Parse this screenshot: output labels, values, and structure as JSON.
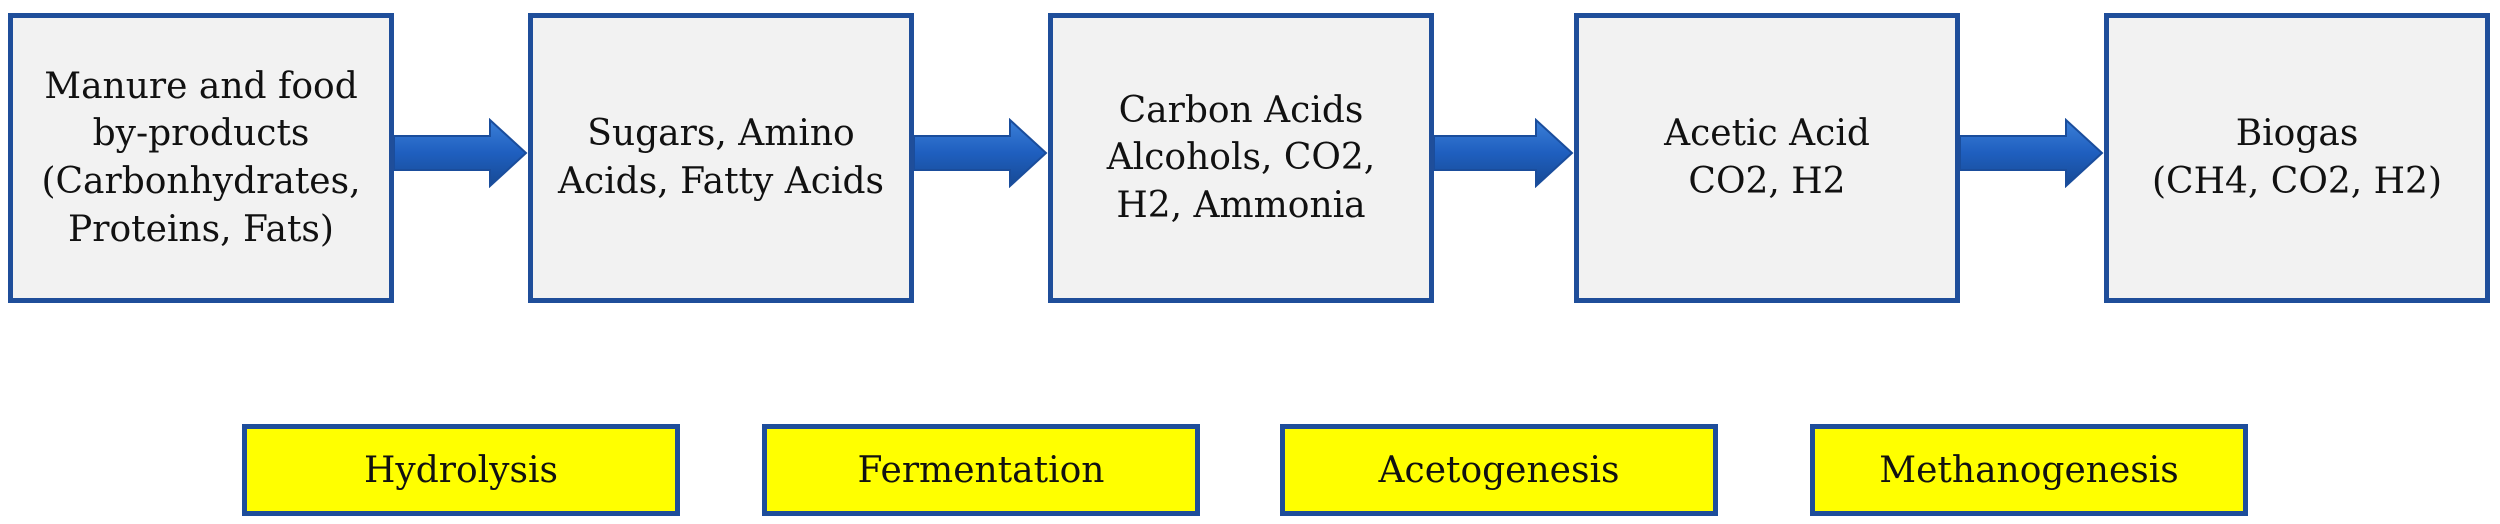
{
  "colors": {
    "border": "#1f4e9a",
    "box_fill": "#f2f2f2",
    "stage_fill": "#ffff00",
    "arrow_fill": "#1f5fbf"
  },
  "boxes": [
    {
      "lines": [
        "Manure and food",
        "by-products",
        "(Carbonhydrates,",
        "Proteins, Fats)"
      ]
    },
    {
      "lines": [
        "Sugars, Amino",
        "Acids, Fatty Acids"
      ]
    },
    {
      "lines": [
        "Carbon Acids",
        "Alcohols, CO2,",
        "H2, Ammonia"
      ]
    },
    {
      "lines": [
        "Acetic Acid",
        "CO2, H2"
      ]
    },
    {
      "lines": [
        "Biogas",
        "(CH4, CO2, H2)"
      ]
    }
  ],
  "stages": [
    "Hydrolysis",
    "Fermentation",
    "Acetogenesis",
    "Methanogenesis"
  ],
  "arrows": [
    "right-arrow-icon",
    "right-arrow-icon",
    "right-arrow-icon",
    "right-arrow-icon"
  ]
}
